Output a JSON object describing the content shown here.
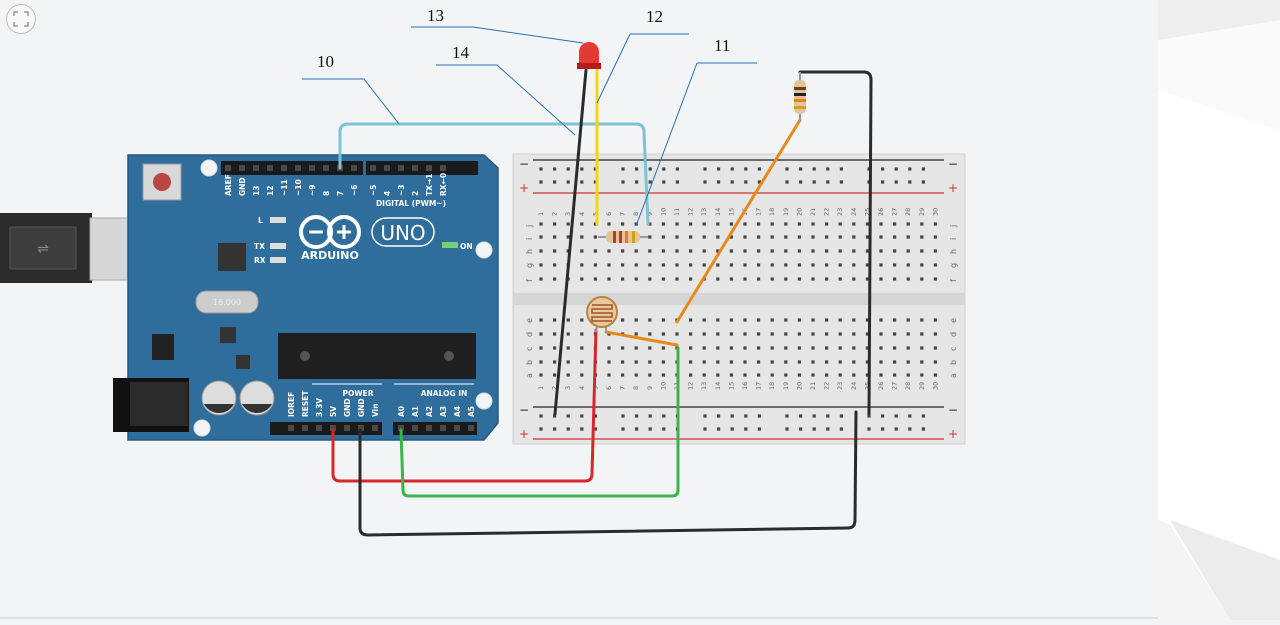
{
  "toolbar": {
    "fullscreen_icon": "expand-icon"
  },
  "annotations": {
    "a10": "10",
    "a11": "11",
    "a12": "12",
    "a13": "13",
    "a14": "14"
  },
  "arduino": {
    "logo_text": "ARDUINO",
    "model": "UNO",
    "digital_header": "DIGITAL (PWM~)",
    "power_header": "POWER",
    "analog_header": "ANALOG IN",
    "on_label": "ON",
    "l_label": "L",
    "tx_label": "TX",
    "rx_label": "RX",
    "crystal_label": "16.000",
    "digital_pins": [
      "AREF",
      "GND",
      "13",
      "12",
      "~11",
      "~10",
      "~9",
      "8",
      "7",
      "~6",
      "~5",
      "4",
      "~3",
      "2",
      "TX→1",
      "RX←0"
    ],
    "power_pins": [
      "IOREF",
      "RESET",
      "3.3V",
      "5V",
      "GND",
      "GND",
      "Vin"
    ],
    "analog_pins": [
      "A0",
      "A1",
      "A2",
      "A3",
      "A4",
      "A5"
    ]
  },
  "breadboard": {
    "columns": [
      "1",
      "2",
      "3",
      "4",
      "5",
      "6",
      "7",
      "8",
      "9",
      "10",
      "11",
      "12",
      "13",
      "14",
      "15",
      "16",
      "17",
      "18",
      "19",
      "20",
      "21",
      "22",
      "23",
      "24",
      "25",
      "26",
      "27",
      "28",
      "29",
      "30"
    ],
    "rows_top": [
      "j",
      "i",
      "h",
      "g",
      "f"
    ],
    "rows_bottom": [
      "e",
      "d",
      "c",
      "b",
      "a"
    ],
    "minus": "−",
    "plus": "+"
  }
}
